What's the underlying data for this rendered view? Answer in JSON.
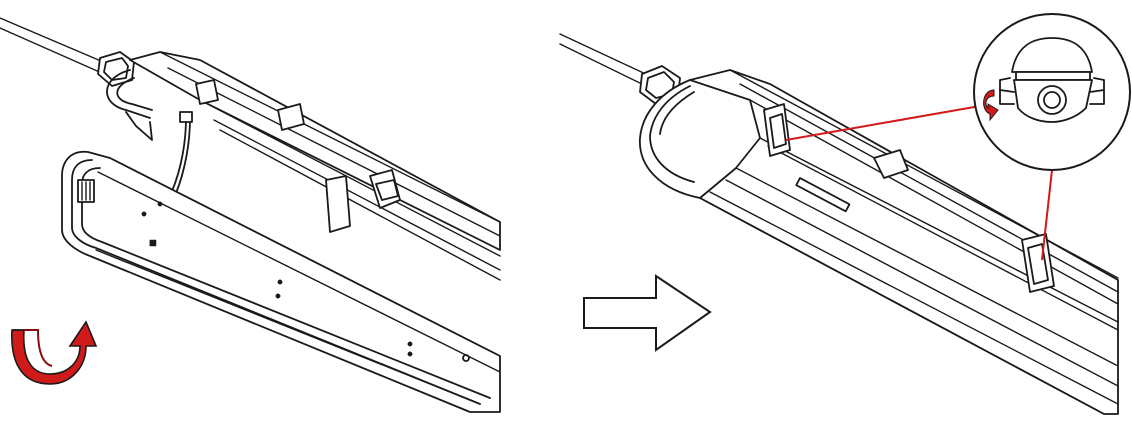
{
  "colors": {
    "line": "#1a1a1a",
    "accent": "#d11a1a",
    "accent_dark": "#8a0c0c",
    "fill": "#ffffff"
  },
  "steps": [
    {
      "id": "step-1",
      "parts": [
        "cable",
        "end-cap",
        "hook-clips",
        "diffuser-cover",
        "rotate-arrow-icon"
      ]
    },
    {
      "id": "step-2",
      "parts": [
        "cable",
        "end-cap",
        "closed-housing",
        "hook-clips",
        "zoom-callout"
      ]
    }
  ],
  "connector": {
    "icon": "right-arrow-icon"
  },
  "callout": {
    "icon": "rotate-clip-icon",
    "content": "end-cap-clip-detail"
  }
}
